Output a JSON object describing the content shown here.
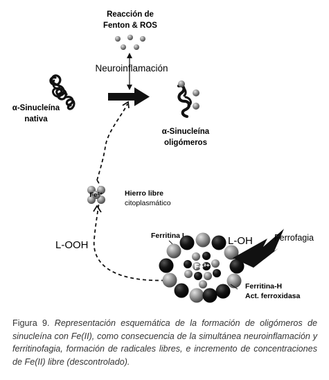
{
  "labels": {
    "fenton_line1": "Reacción de",
    "fenton_line2": "Fenton & ROS",
    "neuroinflammation": "Neuroinflamación",
    "synuclein_native_line1": "α-Sinucleína",
    "synuclein_native_line2": "nativa",
    "synuclein_oligomer_line1": "α-Sinucleína",
    "synuclein_oligomer_line2": "oligómeros",
    "free_iron_line1": "Hierro libre",
    "free_iron_line2": "citoplasmático",
    "fe2": "Fe²⁺",
    "fe3": "Fe³⁺",
    "l_ooh": "L-OOH",
    "l_oh": "L-OH",
    "ferritin_l": "Ferritina L",
    "ferritin_h_line1": "Ferritina-H",
    "ferritin_h_line2": "Act. ferroxidasa",
    "ferrophagy": "Ferrofagia"
  },
  "caption": {
    "prefix": "Figura 9. ",
    "text": "Representación esquemática de la formación de oligómeros de sinucleína con Fe(II), como consecuencia de la simultánea neuroinflamación y ferritinofagia, formación de radicales libres, e incremento de concentraciones de Fe(II) libre (descontrolado)."
  },
  "colors": {
    "dark_sphere": "#111111",
    "gray_sphere": "#8a8a8a",
    "text": "#1a1a1a"
  }
}
